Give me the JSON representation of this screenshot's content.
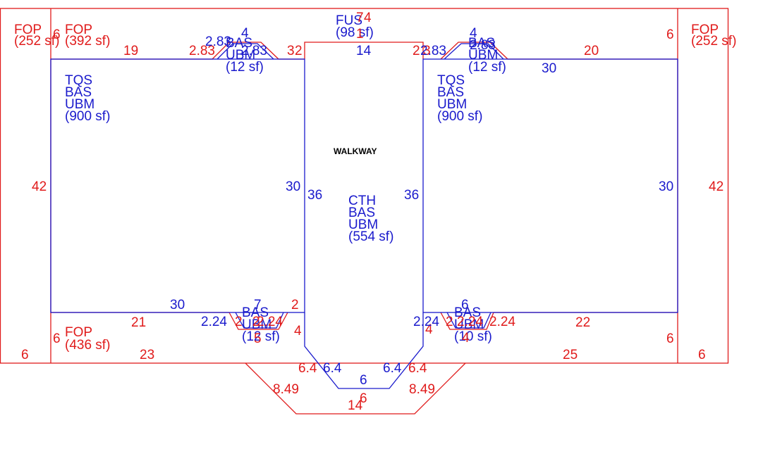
{
  "colors": {
    "exterior": "#e01b1b",
    "interior": "#1a1acc",
    "note": "#000000"
  },
  "areas": {
    "fop_left_top": {
      "code": "FOP",
      "area": "(252 sf)"
    },
    "fop_left_mid": {
      "code": "FOP",
      "area": "(392 sf)"
    },
    "fop_right_top": {
      "code": "FOP",
      "area": "(252 sf)"
    },
    "fop_bottom": {
      "code": "FOP",
      "area": "(436 sf)"
    },
    "fus": {
      "code": "FUS",
      "area": "(98 sf)"
    },
    "left_unit": {
      "line1": "TQS",
      "line2": "BAS",
      "line3": "UBM",
      "area": "(900 sf)"
    },
    "right_unit": {
      "line1": "TQS",
      "line2": "BAS",
      "line3": "UBM",
      "area": "(900 sf)"
    },
    "center": {
      "line1": "CTH",
      "line2": "BAS",
      "line3": "UBM",
      "area": "(554 sf)"
    },
    "bay_top_left": {
      "line1": "BAS",
      "line2": "UBM",
      "area": "(12 sf)"
    },
    "bay_top_right": {
      "line1": "BAS",
      "line2": "UBM",
      "area": "(12 sf)"
    },
    "bay_bottom_left": {
      "line1": "BAS",
      "line2": "UBM",
      "area": "(12 sf)"
    },
    "bay_bottom_right": {
      "line1": "BAS",
      "line2": "UBM",
      "area": "(10 sf)"
    },
    "walkway": "WALKWAY"
  },
  "dimensions_red": {
    "top_left_6": "6",
    "top_left_19": "19",
    "top_left_283": "2.83",
    "top_left_3": "3",
    "top_left_2": "2",
    "fus_7": "7",
    "fus_4": "4",
    "fus_1": "1",
    "fus_14": "14",
    "top_right_2": "2",
    "top_right_3": "3",
    "top_right_20": "20",
    "top_right_6": "6",
    "left_42": "42",
    "right_42": "42",
    "mid_left_2": "2",
    "bottom_left_21": "21",
    "bottom_left_6": "6",
    "bay_bl_2": "2",
    "bay_bl_224": "2.24",
    "bay_bl_4": "4",
    "bay_bl_2b": "2",
    "bay_bl_5": "5",
    "bottom_left_23": "23",
    "bottom_left_6b": "6",
    "mid_right_4": "4",
    "bay_br_2": "2",
    "bay_br_224": "2.24",
    "bay_br_4": "4",
    "bay_br_224b": "2.24",
    "bottom_right_22": "22",
    "bottom_right_6": "6",
    "bottom_right_25": "25",
    "bottom_right_6b": "6",
    "chamfer_left_64": "6.4",
    "chamfer_right_64": "6.4",
    "chamfer_left_849": "8.49",
    "chamfer_right_849": "8.49",
    "bottom_14": "14",
    "bottom_6": "6"
  },
  "dimensions_blue": {
    "bay_tl_283": "2.83",
    "bay_tl_4": "4",
    "bay_tl_283b": "2.83",
    "bay_tr_4": "4",
    "bay_tr_283": "2.83",
    "bay_tr_283b": "2.83",
    "right_unit_30_top": "30",
    "left_30": "30",
    "center_36_left": "36",
    "center_36_right": "36",
    "right_30": "30",
    "left_unit_30_bottom": "30",
    "bay_bl_7": "7",
    "bay_bl_224": "2.24",
    "bay_br_6": "6",
    "bay_br_224": "2.24",
    "inner_64_left": "6.4",
    "inner_64_right": "6.4",
    "inner_6": "6"
  }
}
